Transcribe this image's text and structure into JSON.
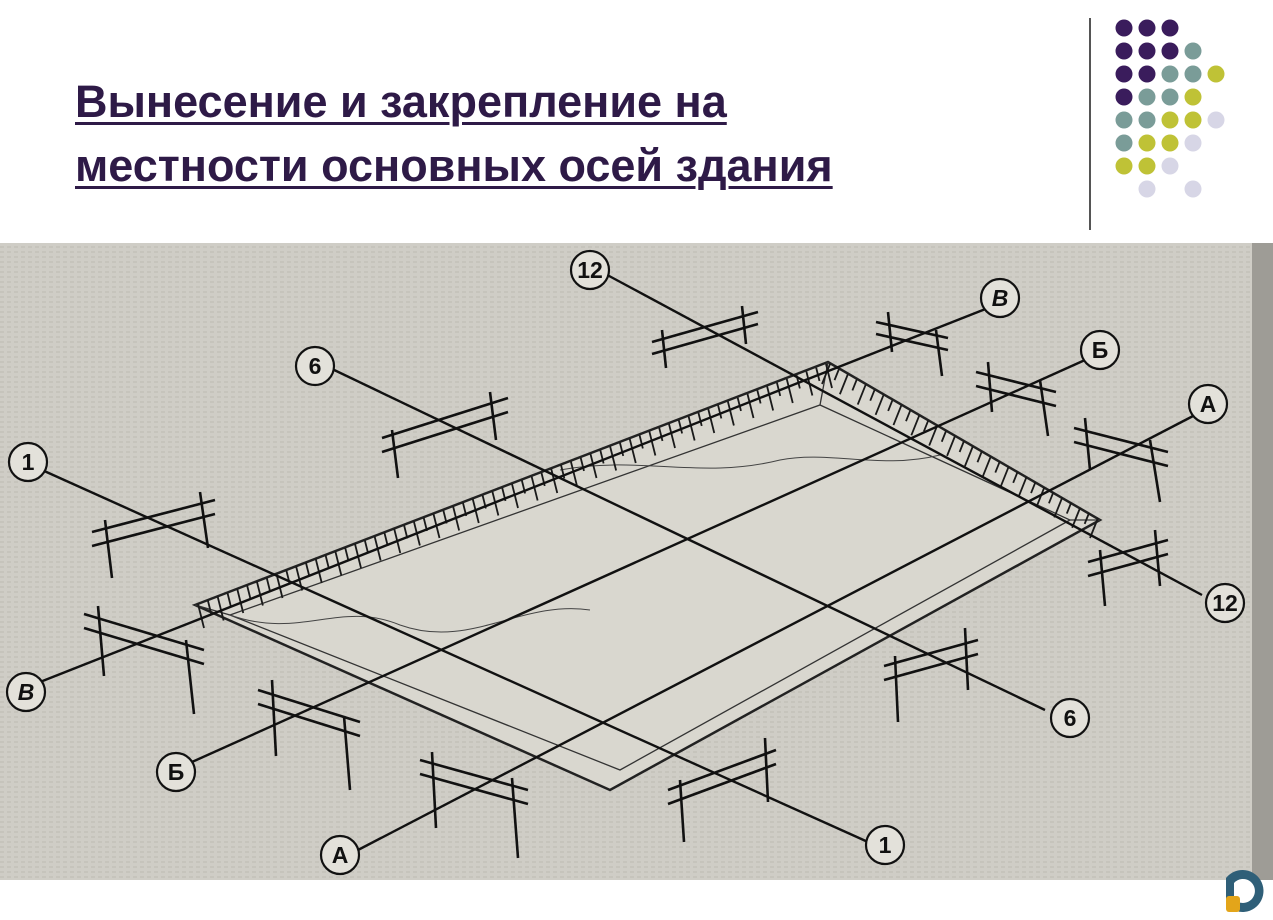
{
  "slide": {
    "title_line1": "Вынесение и закрепление на",
    "title_line2": "местности основных осей здания"
  },
  "decoration": {
    "dot_colors": [
      "#3a1c5c",
      "#7a9c98",
      "#bfc236",
      "#d7d6e6"
    ],
    "title_color": "#2e1a47"
  },
  "diagram": {
    "axis_labels": {
      "axis_12_top": "12",
      "axis_v_top": "В",
      "axis_b_top": "Б",
      "axis_a_top": "А",
      "axis_6_top": "6",
      "axis_1_top": "1",
      "axis_12_bottom": "12",
      "axis_6_bottom": "6",
      "axis_1_bottom": "1",
      "axis_v_bottom": "В",
      "axis_b_bottom": "Б",
      "axis_a_bottom": "А"
    }
  }
}
